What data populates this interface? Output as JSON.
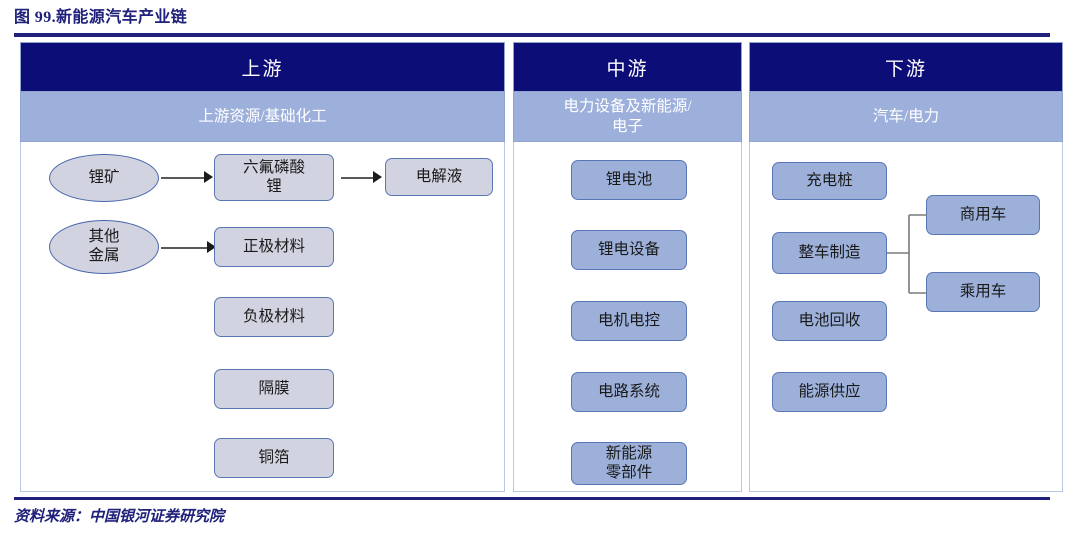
{
  "figure": {
    "title": "图 99.新能源汽车产业链",
    "source": "资料来源：中国银河证券研究院"
  },
  "colors": {
    "header_navy": "#0d0d78",
    "subheader_blue": "#9db0dc",
    "title_navy": "#1f217a",
    "upstream_node_fill": "#d2d3e0",
    "mid_node_fill": "#9cb0da",
    "down_node_fill": "#9cb0da",
    "node_border": "#5a77b5",
    "connector": "#59595c"
  },
  "columns": [
    {
      "key": "upstream",
      "header": "上游",
      "subheader": "上游资源/基础化工",
      "sources": [
        {
          "label": "锂矿"
        },
        {
          "label": "其他\n金属"
        }
      ],
      "nodes": [
        {
          "label": "六氟磷酸\n锂"
        },
        {
          "label": "电解液"
        },
        {
          "label": "正极材料"
        },
        {
          "label": "负极材料"
        },
        {
          "label": "隔膜"
        },
        {
          "label": "铜箔"
        }
      ]
    },
    {
      "key": "midstream",
      "header": "中游",
      "subheader": "电力设备及新能源/\n电子",
      "nodes": [
        {
          "label": "锂电池"
        },
        {
          "label": "锂电设备"
        },
        {
          "label": "电机电控"
        },
        {
          "label": "电路系统"
        },
        {
          "label": "新能源\n零部件"
        }
      ]
    },
    {
      "key": "downstream",
      "header": "下游",
      "subheader": "汽车/电力",
      "nodes": [
        {
          "label": "充电桩"
        },
        {
          "label": "整车制造"
        },
        {
          "label": "电池回收"
        },
        {
          "label": "能源供应"
        }
      ],
      "branches": [
        {
          "label": "商用车"
        },
        {
          "label": "乘用车"
        }
      ]
    }
  ]
}
